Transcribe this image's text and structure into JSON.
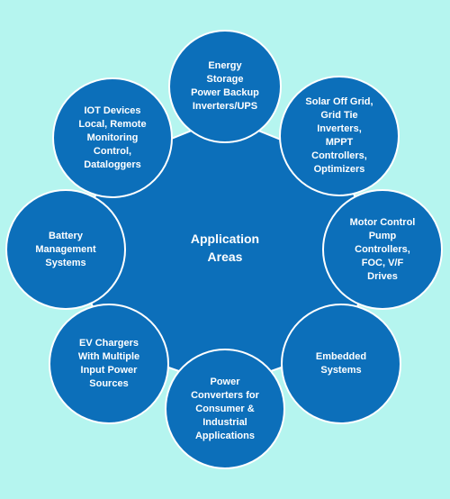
{
  "colors": {
    "background": "#b5f5ef",
    "shape_fill": "#0c6fba",
    "shape_border": "#ffffff",
    "text": "#ffffff"
  },
  "center": {
    "label": "Application\nAreas"
  },
  "nodes": [
    {
      "label": "Energy\nStorage\nPower Backup\nInverters/UPS"
    },
    {
      "label": "Solar Off Grid,\nGrid Tie\nInverters,\nMPPT\nControllers,\nOptimizers"
    },
    {
      "label": "Motor Control\nPump\nControllers,\nFOC, V/F\nDrives"
    },
    {
      "label": "Embedded\nSystems"
    },
    {
      "label": "Power\nConverters for\nConsumer &\nIndustrial\nApplications"
    },
    {
      "label": "EV Chargers\nWith Multiple\nInput Power\nSources"
    },
    {
      "label": "Battery\nManagement\nSystems"
    },
    {
      "label": "IOT Devices\nLocal, Remote\nMonitoring\nControl,\nDataloggers"
    }
  ]
}
